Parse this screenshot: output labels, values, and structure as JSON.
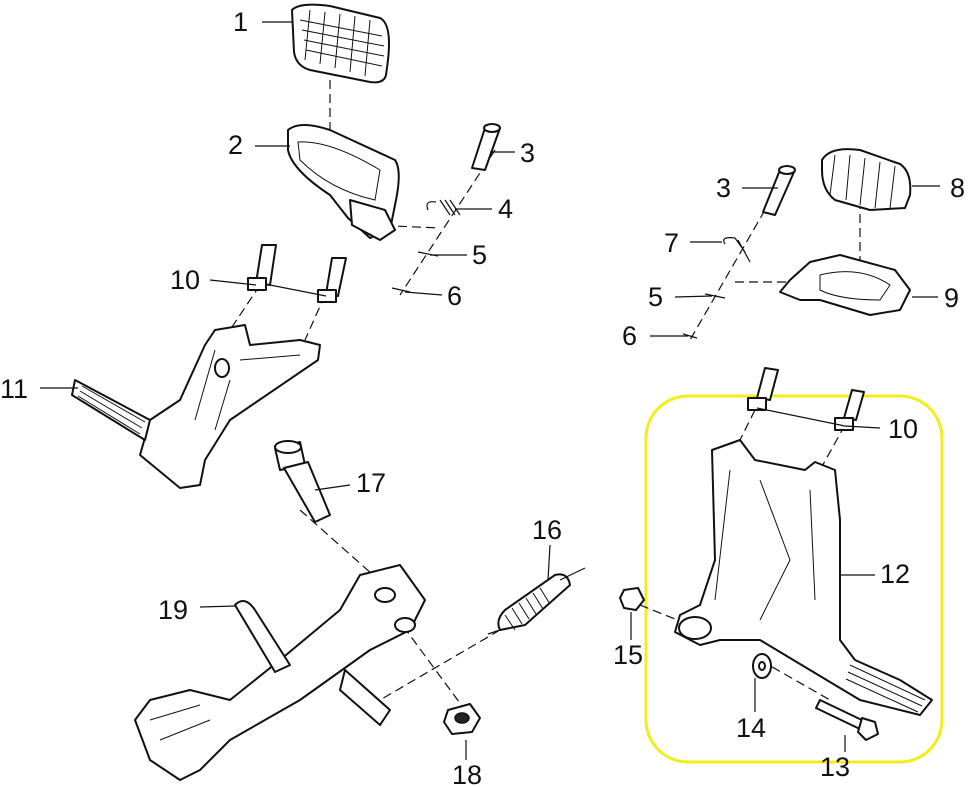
{
  "diagram": {
    "labels": {
      "l1": "1",
      "l2": "2",
      "l3a": "3",
      "l4": "4",
      "l5a": "5",
      "l6a": "6",
      "l10a": "10",
      "l11": "11",
      "l17": "17",
      "l16": "16",
      "l19": "19",
      "l18": "18",
      "l3b": "3",
      "l8": "8",
      "l7": "7",
      "l5b": "5",
      "l9": "9",
      "l6b": "6",
      "l10b": "10",
      "l12": "12",
      "l15": "15",
      "l14": "14",
      "l13": "13"
    },
    "highlight_color": "#f2ee1a"
  }
}
